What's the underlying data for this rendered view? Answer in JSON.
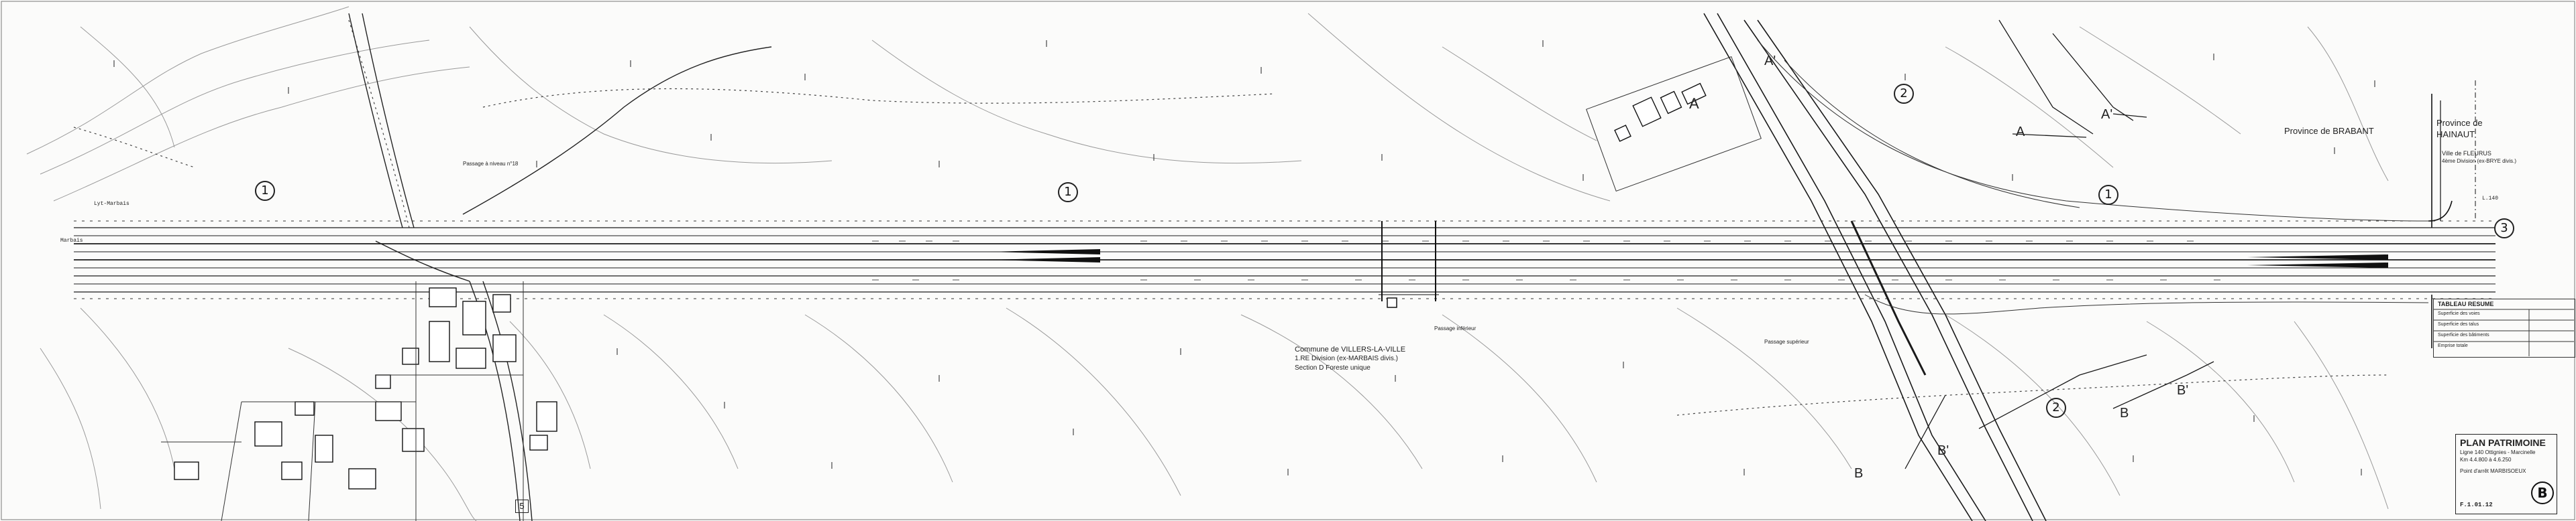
{
  "sheet": {
    "provinces": {
      "north": "Province de BRABANT",
      "east_line1": "Province de",
      "east_line2": "HAINAUT"
    },
    "municipalities": {
      "villers_line1": "Commune de VILLERS-LA-VILLE",
      "villers_line2": "1.RE Division (ex-MARBAIS divis.)",
      "villers_line3": "Section D Foreste unique",
      "fleurus_line1": "Ville de FLEURUS",
      "fleurus_line2": "4ème Division (ex-BRYE divis.)"
    },
    "zone_markers": [
      "1",
      "1",
      "1",
      "2",
      "2",
      "3",
      "5"
    ],
    "section_labels": {
      "a": "A",
      "a_prime": "A'",
      "b": "B",
      "b_prime": "B'"
    },
    "track_labels": {
      "west": "Lyt-Marbais",
      "east_top": "L.140",
      "west_station": "Marbais"
    },
    "crossing_notes": [
      "Passage à niveau n°18",
      "Passage inférieur",
      "Passage supérieur"
    ],
    "legend": {
      "title": "TABLEAU RESUME",
      "rows": [
        "Superficie des voies",
        "Superficie des talus",
        "Superficie des bâtiments",
        "Emprise totale"
      ]
    },
    "title_block": {
      "title": "PLAN PATRIMOINE",
      "line1": "Ligne 140 Ottignies - Marcinelle",
      "line2": "Km 4.4.800 à 4.6.250",
      "line3": "Point d'arrêt MARBISOEUX",
      "sheet_number": "F.1.01.12",
      "logo": "B"
    },
    "colors": {
      "ink": "#1a1a1a",
      "paper": "#fbfbfa",
      "contour": "#8a8a8a"
    },
    "icons": [
      "north-arrow-icon",
      "sncb-logo-icon"
    ]
  }
}
